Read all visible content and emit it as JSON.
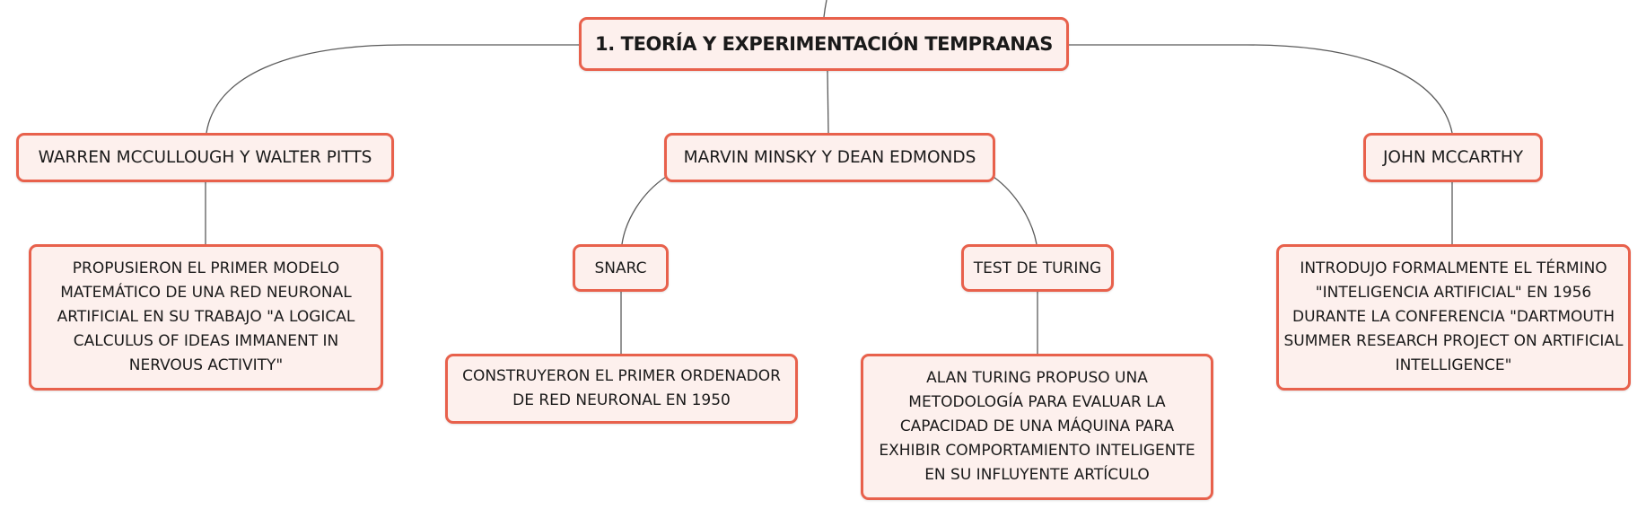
{
  "map": {
    "root": "1. TEORÍA Y EXPERIMENTACIÓN TEMPRANAS",
    "branches": {
      "warren": {
        "label": "WARREN MCCULLOUGH Y WALTER PITTS",
        "detail": "PROPUSIERON EL PRIMER MODELO MATEMÁTICO DE UNA RED NEURONAL ARTIFICIAL EN SU TRABAJO \"A LOGICAL CALCULUS OF IDEAS IMMANENT IN NERVOUS ACTIVITY\""
      },
      "marvin": {
        "label": "MARVIN MINSKY Y DEAN EDMONDS",
        "children": {
          "snarc": {
            "label": "SNARC",
            "detail": "CONSTRUYERON EL PRIMER ORDENADOR DE RED NEURONAL EN 1950"
          },
          "turing": {
            "label": "TEST DE TURING",
            "detail": "ALAN TURING PROPUSO UNA METODOLOGÍA PARA EVALUAR LA CAPACIDAD DE UNA MÁQUINA PARA EXHIBIR COMPORTAMIENTO INTELIGENTE EN SU INFLUYENTE ARTÍCULO"
          }
        }
      },
      "mccarthy": {
        "label": "JOHN MCCARTHY",
        "detail": "INTRODUJO FORMALMENTE EL TÉRMINO \"INTELIGENCIA ARTIFICIAL\" EN 1956 DURANTE LA CONFERENCIA \"DARTMOUTH SUMMER RESEARCH PROJECT ON ARTIFICIAL INTELLIGENCE\""
      }
    }
  },
  "colors": {
    "node_fill": "#fdf0ed",
    "node_border": "#e8614c",
    "connector": "#5a5a5a"
  }
}
